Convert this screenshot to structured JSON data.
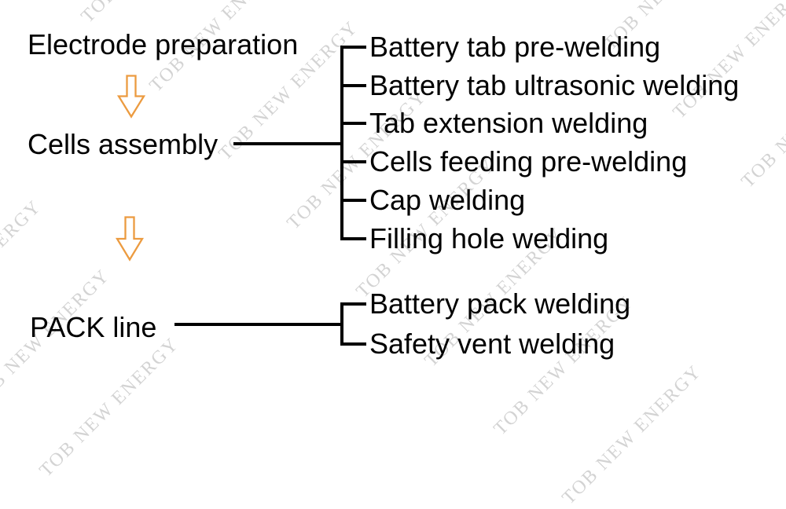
{
  "colors": {
    "arrow_accent": "#EC9B40",
    "text": "#000000",
    "line": "#000000",
    "watermark": "#D3D3D3"
  },
  "watermark": {
    "text": "TOB NEW ENERGY"
  },
  "flow": {
    "stages": [
      {
        "label": "Electrode preparation"
      },
      {
        "label": "Cells assembly"
      },
      {
        "label": "PACK line"
      }
    ],
    "cells_assembly_steps": [
      "Battery tab pre-welding",
      "Battery tab ultrasonic welding",
      "Tab extension welding",
      "Cells feeding pre-welding",
      "Cap welding",
      "Filling hole welding"
    ],
    "pack_line_steps": [
      "Battery pack welding",
      "Safety vent welding"
    ]
  }
}
